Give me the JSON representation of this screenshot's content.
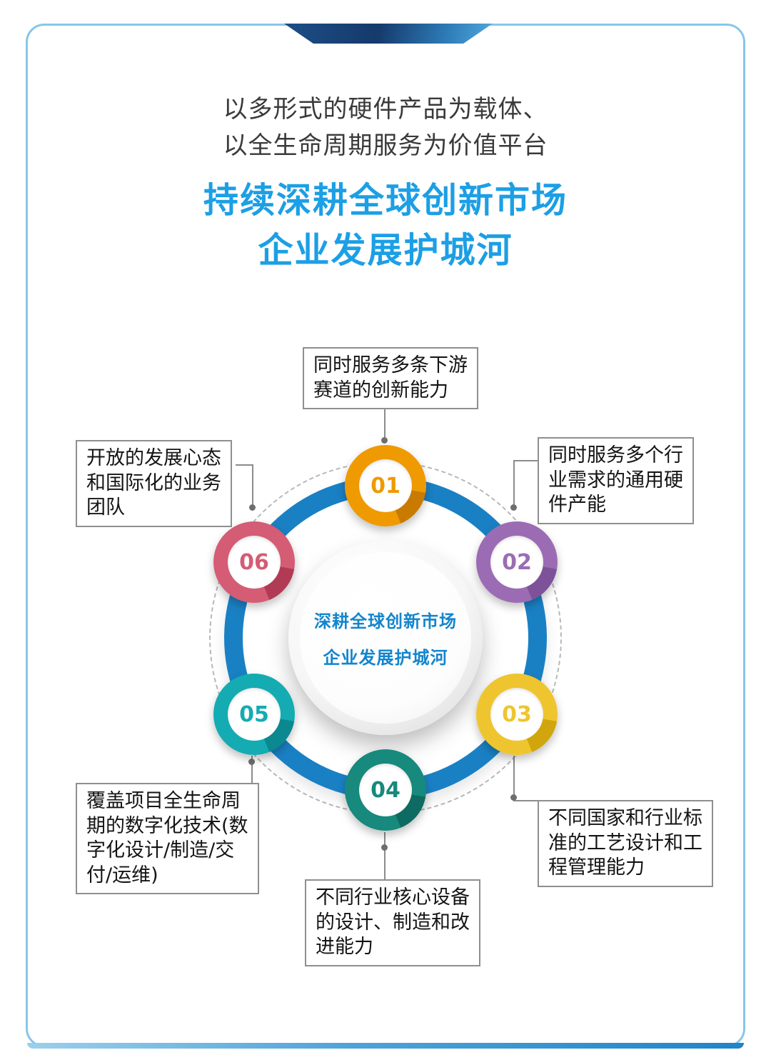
{
  "header": {
    "subtitle_line1": "以多形式的硬件产品为载体、",
    "subtitle_line2": "以全生命周期服务为价值平台",
    "title_line1": "持续深耕全球创新市场",
    "title_line2": "企业发展护城河",
    "title_color": "#1C9FE5",
    "subtitle_color": "#3A3A3A"
  },
  "diagram": {
    "ring_color": "#1A80C4",
    "dotted_ring_color": "#B8B8B8",
    "center_circle": {
      "line1": "深耕全球创新市场",
      "line2": "企业发展护城河",
      "text_color": "#1385CC"
    },
    "nodes": [
      {
        "number": "01",
        "color": "#EF9A00",
        "color_dark": "#C87B00",
        "label": "同时服务多条下游赛道的创新能力",
        "label_lines": [
          "同时服务多条下游",
          "赛道的创新能力"
        ]
      },
      {
        "number": "02",
        "color": "#9B6CB4",
        "color_dark": "#7E5299",
        "label": "同时服务多个行业需求的通用硬件产能",
        "label_lines": [
          "同时服务多个行",
          "业需求的通用硬",
          "件产能"
        ]
      },
      {
        "number": "03",
        "color": "#EEC52F",
        "color_dark": "#D0A60C",
        "label": "不同国家和行业标准的工艺设计和工程管理能力",
        "label_lines": [
          "不同国家和行业标",
          "准的工艺设计和工",
          "程管理能力"
        ]
      },
      {
        "number": "04",
        "color": "#17897D",
        "color_dark": "#0E6B61",
        "label": "不同行业核心设备的设计、制造和改进能力",
        "label_lines": [
          "不同行业核心设备",
          "的设计、制造和改",
          "进能力"
        ]
      },
      {
        "number": "05",
        "color": "#14ABB3",
        "color_dark": "#0C8890",
        "label": "覆盖项目全生命周期的数字化技术(数字化设计/制造/交付/运维)",
        "label_lines": [
          "覆盖项目全生命周",
          "期的数字化技术(数",
          "字化设计/制造/交",
          "付/运维)"
        ]
      },
      {
        "number": "06",
        "color": "#D45C74",
        "color_dark": "#B13A54",
        "label": "开放的发展心态和国际化的业务团队",
        "label_lines": [
          "开放的发展心态",
          "和国际化的业务",
          "团队"
        ]
      }
    ]
  }
}
